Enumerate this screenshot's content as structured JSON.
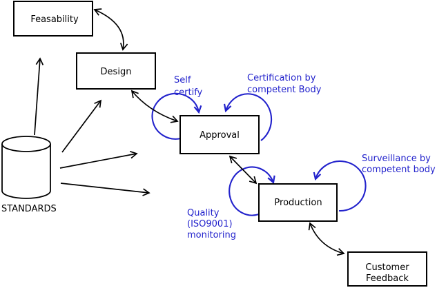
{
  "diagram": {
    "background": "#ffffff",
    "colors": {
      "line": "#000000",
      "annotation": "#2222cc",
      "node_fill": "#ffffff"
    },
    "nodes": {
      "feasability": {
        "label": "Feasability"
      },
      "design": {
        "label": "Design"
      },
      "approval": {
        "label": "Approval"
      },
      "production": {
        "label": "Production"
      },
      "customer_feedback": {
        "line1": "Customer",
        "line2": "Feedback"
      },
      "standards": {
        "label": "STANDARDS"
      }
    },
    "annotations": {
      "self_certify": {
        "line1": "Self",
        "line2": "certify"
      },
      "certification": {
        "line1": "Certification by",
        "line2": "competent Body"
      },
      "surveillance": {
        "line1": "Surveillance by",
        "line2": "competent body"
      },
      "quality": {
        "line1": "Quality",
        "line2": "(ISO9001)",
        "line3": "monitoring"
      }
    }
  }
}
